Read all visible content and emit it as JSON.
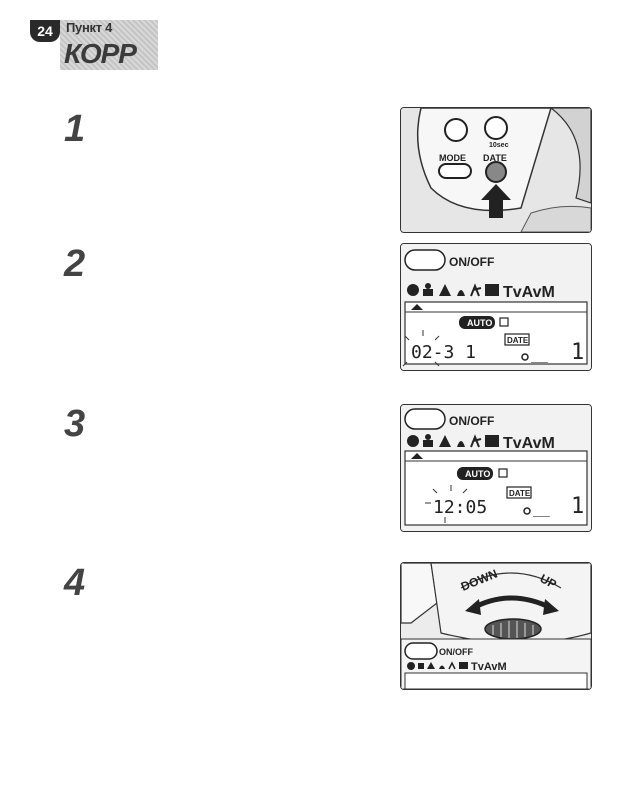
{
  "page": {
    "number": "24",
    "header_subtitle": "Пункт 4",
    "header_title": "КОРР"
  },
  "steps": [
    {
      "number": "1"
    },
    {
      "number": "2"
    },
    {
      "number": "3"
    },
    {
      "number": "4"
    }
  ],
  "figure1": {
    "mode_label": "MODE",
    "date_label": "DATE",
    "secs_label": "10sec"
  },
  "lcd_common": {
    "on_off_label": "ON/OFF",
    "mode_letters": "TvAvM",
    "flash_label": "AUTO",
    "date_tag": "DATE"
  },
  "figure2": {
    "date_display": "02-3 1",
    "frame_count": "1"
  },
  "figure3": {
    "time_display": "12:05",
    "frame_count": "1"
  },
  "figure4": {
    "down_label": "DOWN",
    "up_label": "UP",
    "on_off_label": "ON/OFF",
    "mode_letters": "TvAvM"
  }
}
